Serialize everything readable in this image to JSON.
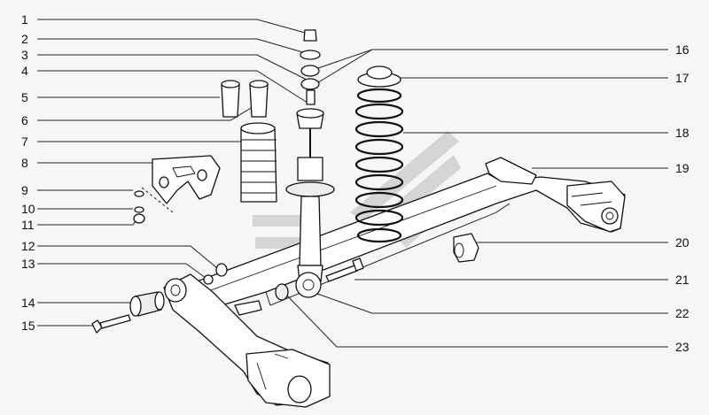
{
  "diagram": {
    "callouts": [
      {
        "id": "1",
        "label": "1"
      },
      {
        "id": "2",
        "label": "2"
      },
      {
        "id": "3",
        "label": "3"
      },
      {
        "id": "4",
        "label": "4"
      },
      {
        "id": "5",
        "label": "5"
      },
      {
        "id": "6",
        "label": "6"
      },
      {
        "id": "7",
        "label": "7"
      },
      {
        "id": "8",
        "label": "8"
      },
      {
        "id": "9",
        "label": "9"
      },
      {
        "id": "10",
        "label": "10"
      },
      {
        "id": "11",
        "label": "11"
      },
      {
        "id": "12",
        "label": "12"
      },
      {
        "id": "13",
        "label": "13"
      },
      {
        "id": "14",
        "label": "14"
      },
      {
        "id": "15",
        "label": "15"
      },
      {
        "id": "16",
        "label": "16"
      },
      {
        "id": "17",
        "label": "17"
      },
      {
        "id": "18",
        "label": "18"
      },
      {
        "id": "19",
        "label": "19"
      },
      {
        "id": "20",
        "label": "20"
      },
      {
        "id": "21",
        "label": "21"
      },
      {
        "id": "22",
        "label": "22"
      },
      {
        "id": "23",
        "label": "23"
      }
    ]
  },
  "colors": {
    "line": "#111111",
    "background": "#f6f6f4",
    "watermark": "#c9c9c9"
  }
}
